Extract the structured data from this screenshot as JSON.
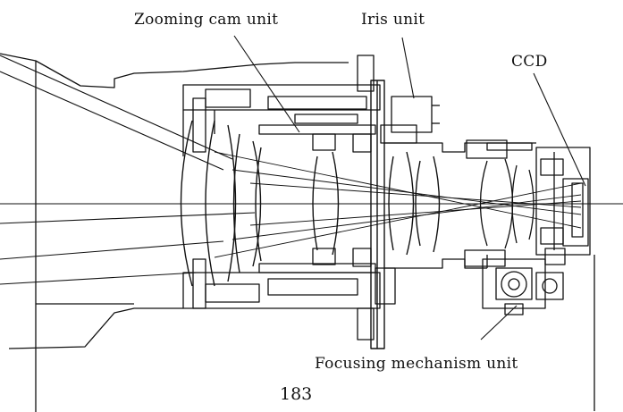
{
  "diagram": {
    "labels": {
      "zooming_cam": "Zooming cam unit",
      "iris": "Iris unit",
      "ccd": "CCD",
      "focusing": "Focusing mechanism unit"
    },
    "page_number": "183"
  }
}
